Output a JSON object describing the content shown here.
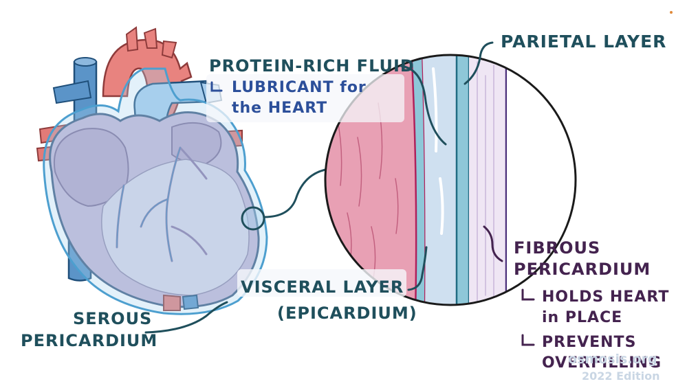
{
  "labels": {
    "protein_rich_fluid": "PROTEIN-RICH FLUID",
    "lubricant_line1": "LUBRICANT for",
    "lubricant_line2": "the HEART",
    "parietal_layer": "PARIETAL LAYER",
    "fibrous_line1": "FIBROUS",
    "fibrous_line2": "PERICARDIUM",
    "holds_line1": "HOLDS HEART",
    "holds_line2": "in PLACE",
    "prevents_line1": "PREVENTS",
    "prevents_line2": "OVERFILLING",
    "visceral_line1": "VISCERAL LAYER",
    "visceral_line2": "(EPICARDIUM)",
    "serous_line1": "SEROUS",
    "serous_line2": "PERICARDIUM"
  },
  "watermark": {
    "brand": "osmosis.org",
    "edition": "2022 Edition"
  },
  "colors": {
    "teal_label": "#1f4f5c",
    "blue_label": "#2c4f9a",
    "purple_label": "#44234f",
    "myocardium_pink": "#e8a0b4",
    "serous_fluid_blue": "#cfe0f0",
    "fibrous_lavender": "#efe6f4",
    "artery_red": "#e27b78",
    "vein_blue": "#5b94c8"
  }
}
